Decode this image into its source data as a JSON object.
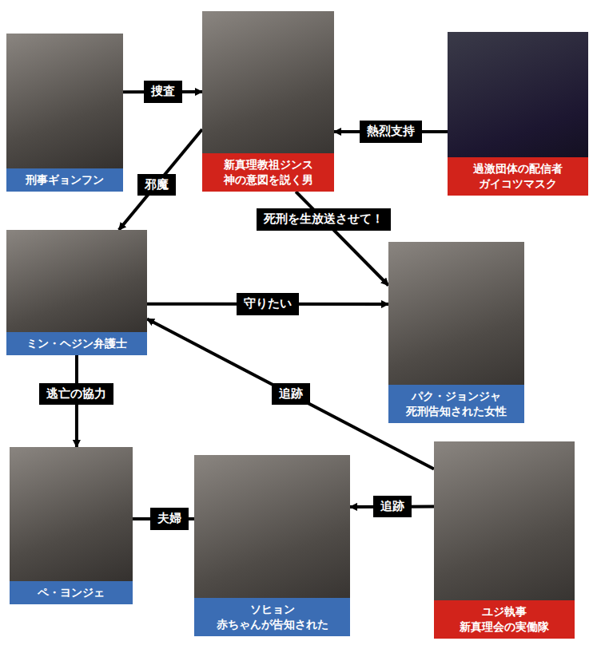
{
  "diagram": {
    "nodes": [
      {
        "text": [
          "刑事ギョンフン"
        ]
      },
      {
        "text": [
          "新真理教祖ジンス",
          "神の意図を説く男"
        ]
      },
      {
        "text": [
          "過激団体の配信者",
          "ガイコツマスク"
        ]
      },
      {
        "text": [
          "ミン・ヘジン弁護士"
        ]
      },
      {
        "text": [
          "パク・ジョンジャ",
          "死刑告知された女性"
        ]
      },
      {
        "text": [
          "ペ・ヨンジェ"
        ]
      },
      {
        "text": [
          "ソヒョン",
          "赤ちゃんが告知された"
        ]
      },
      {
        "text": [
          "ユジ執事",
          "新真理会の実働隊"
        ]
      }
    ],
    "edges": [
      {
        "from": 0,
        "to": 1,
        "label": "捜査",
        "arrow": "to"
      },
      {
        "from": 2,
        "to": 1,
        "label": "熱烈支持",
        "arrow": "to"
      },
      {
        "from": 1,
        "to": 3,
        "label": "邪魔",
        "arrow": "to"
      },
      {
        "from": 1,
        "to": 4,
        "label": "死刑を生放送させて！",
        "arrow": "to"
      },
      {
        "from": 3,
        "to": 4,
        "label": "守りたい",
        "arrow": "to"
      },
      {
        "from": 7,
        "to": 3,
        "label": "追跡",
        "arrow": "to"
      },
      {
        "from": 3,
        "to": 5,
        "label": "逃亡の協力",
        "arrow": "to"
      },
      {
        "from": 5,
        "to": 6,
        "label": "夫婦",
        "arrow": "none"
      },
      {
        "from": 7,
        "to": 6,
        "label": "追跡",
        "arrow": "to"
      }
    ]
  }
}
